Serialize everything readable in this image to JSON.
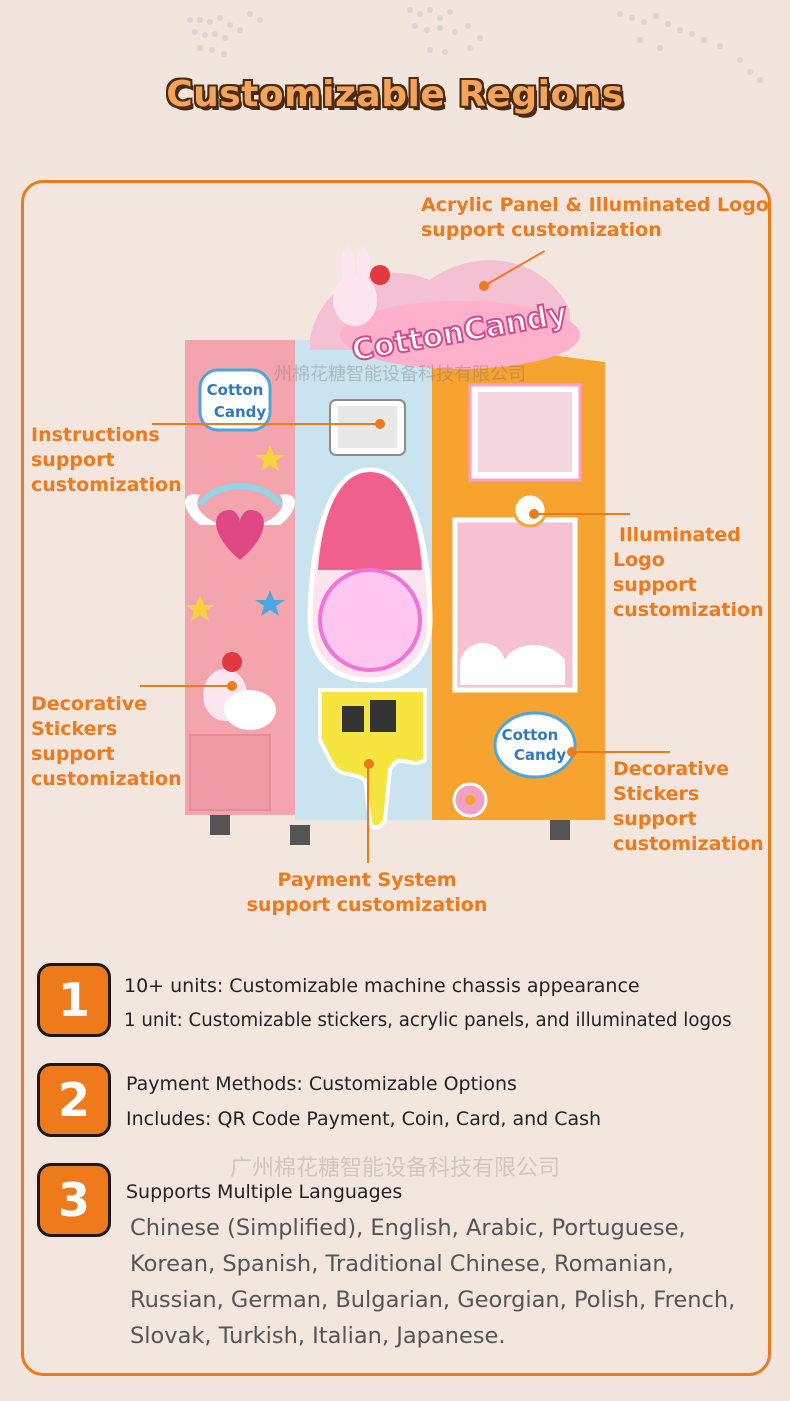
{
  "title": "Customizable Regions",
  "callouts": {
    "acrylic": [
      "Acrylic Panel & Illuminated Logo",
      "support customization"
    ],
    "instructions": [
      "Instructions",
      "support",
      "customization"
    ],
    "illuminated": [
      "Illuminated",
      "Logo",
      "support",
      "customization"
    ],
    "stickers_left": [
      "Decorative",
      "Stickers",
      "support",
      "customization"
    ],
    "stickers_right": [
      "Decorative",
      "Stickers",
      "support",
      "customization"
    ],
    "payment": [
      "Payment System",
      "support customization"
    ]
  },
  "machine": {
    "top_logo": "CottonCandy",
    "side_logo": [
      "Cotton",
      "Candy"
    ],
    "front_logo": [
      "Cotton",
      "Candy"
    ],
    "watermark": "州棉花糖智能设备科技有限公司"
  },
  "features": [
    {
      "number": "1",
      "lines": [
        "10+ units: Customizable machine chassis appearance",
        "1 unit: Customizable stickers, acrylic panels, and illuminated logos"
      ]
    },
    {
      "number": "2",
      "lines": [
        "Payment Methods: Customizable Options",
        "Includes: QR Code Payment, Coin, Card, and Cash"
      ]
    },
    {
      "number": "3",
      "lines": [
        "Supports Multiple Languages"
      ]
    }
  ],
  "languages": [
    "Chinese (Simplified), English, Arabic, Portuguese,",
    "Korean, Spanish, Traditional Chinese, Romanian,",
    "Russian, German, Bulgarian, Georgian, Polish, French,",
    "Slovak, Turkish, Italian, Japanese."
  ],
  "watermark": "广州棉花糖智能设备科技有限公司",
  "colors": {
    "accent": "#ee7a1c",
    "background": "#f1e5de",
    "title_fill": "#f4a35a",
    "title_outline": "#4a2a12"
  }
}
